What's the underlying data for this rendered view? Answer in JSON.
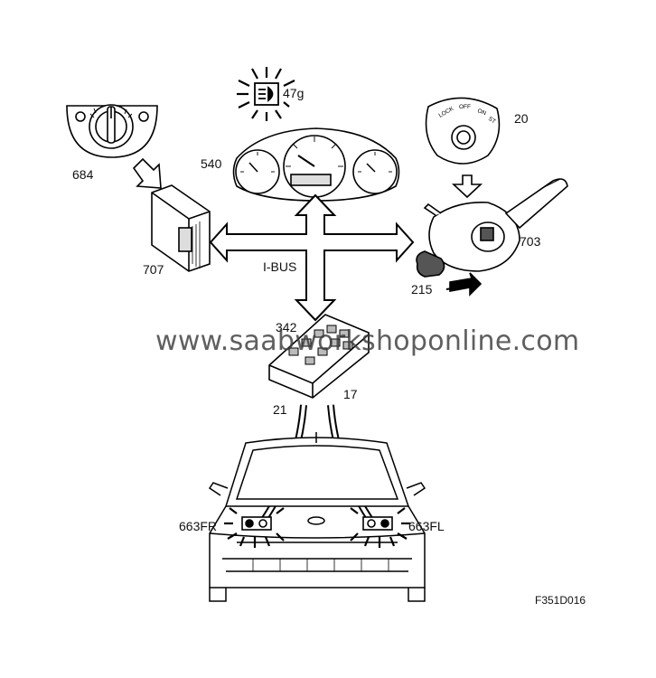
{
  "labels": {
    "headlight_switch": "684",
    "dicm": "707",
    "main_instrument": "540",
    "lamp_indicator": "47g",
    "ignition_switch": "20",
    "steering_wheel_module": "703",
    "stalk_switch": "215",
    "bus": "I-BUS",
    "rec": "342",
    "wire_left": "21",
    "wire_right": "17",
    "fog_right": "663FR",
    "fog_left": "663FL"
  },
  "ignition_positions": [
    "LOCK",
    "OFF",
    "ON",
    "ST"
  ],
  "watermark": "www.saabworkshoponline.com",
  "figure_id": "F351D016"
}
